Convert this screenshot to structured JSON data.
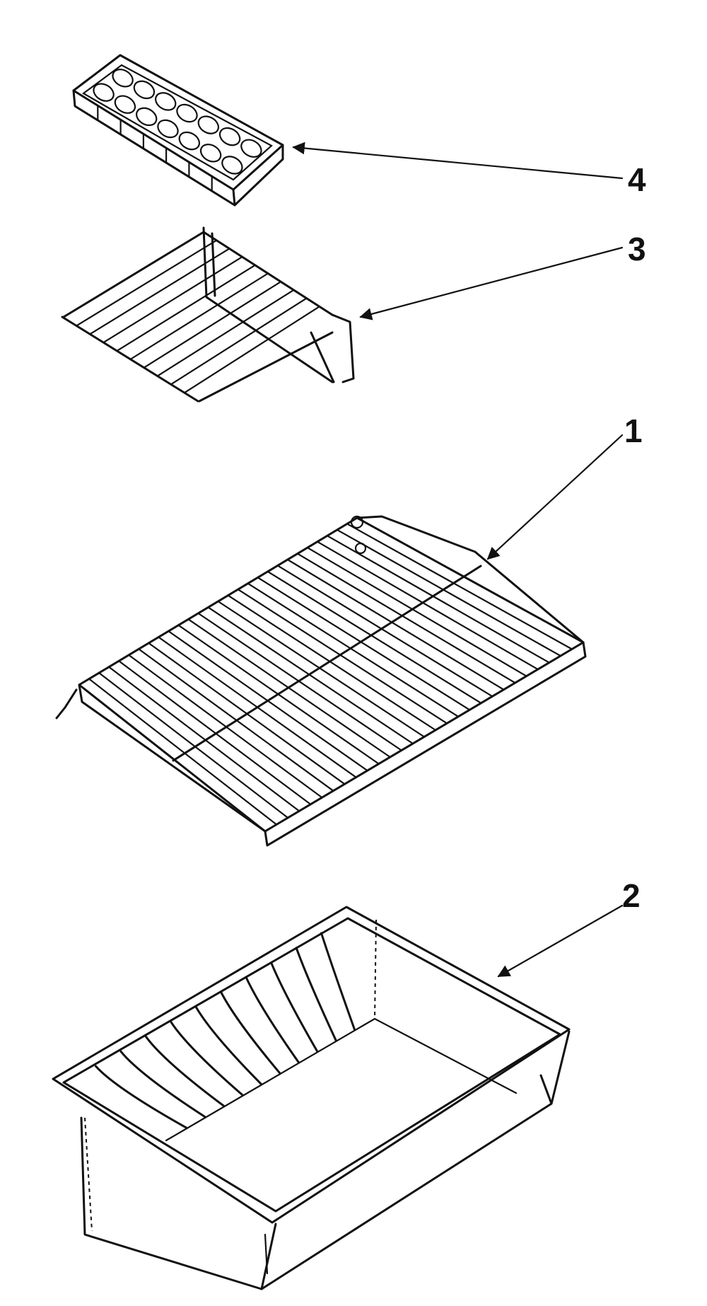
{
  "callouts": {
    "ice_tray": "4",
    "egg_shelf_rack": "3",
    "wire_shelf": "1",
    "crisper_pan": "2"
  }
}
